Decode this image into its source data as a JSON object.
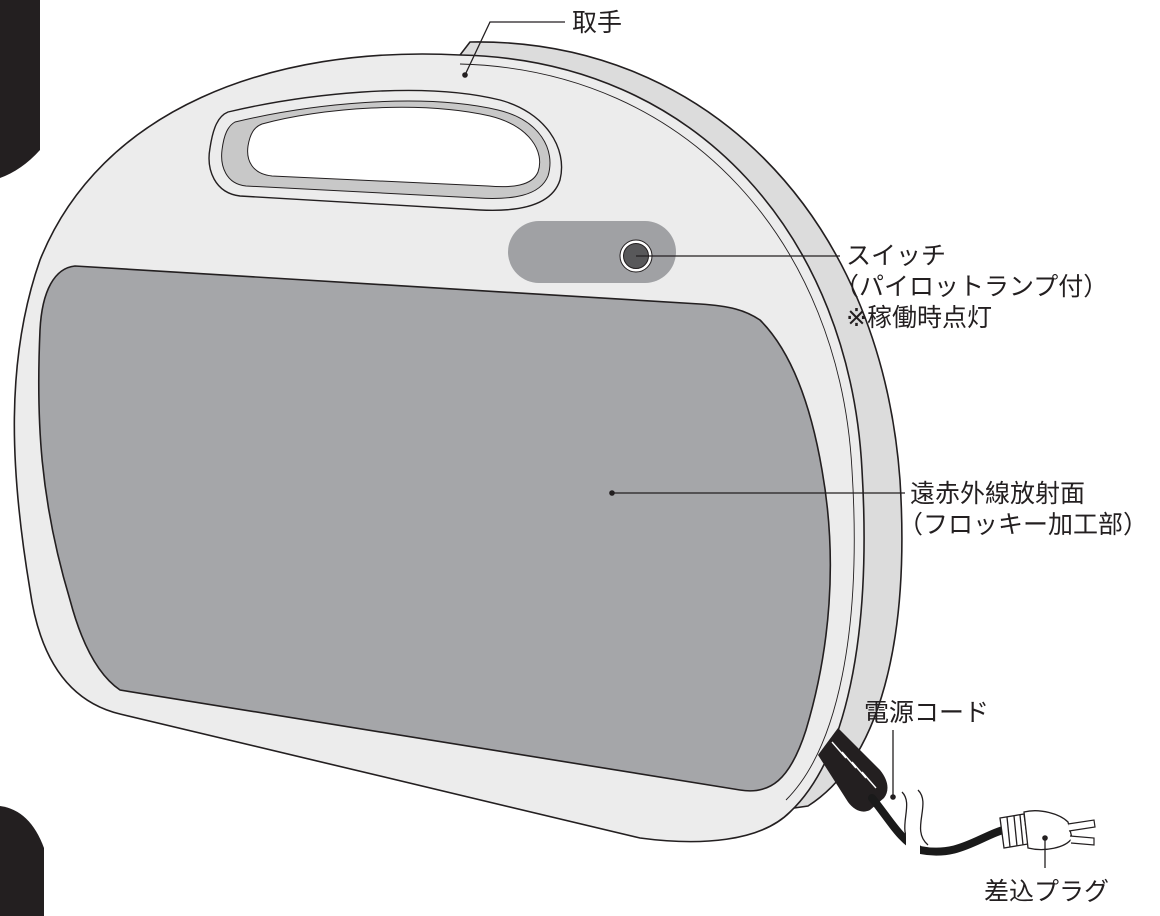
{
  "labels": {
    "handle": "取手",
    "switch": [
      "スイッチ",
      "（パイロットランプ付）",
      "※稼働時点灯"
    ],
    "surface": [
      "遠赤外線放射面",
      "（フロッキー加工部）"
    ],
    "cord": "電源コード",
    "plug": "差込プラグ"
  },
  "colors": {
    "body": "#ececec",
    "outline": "#231f20",
    "panel": "#a5a6a9",
    "switch_plate": "#a0a1a4",
    "switch_button": "#58585a",
    "handle_recess": "#c8c8c8",
    "cord": "#1a1a1a"
  }
}
